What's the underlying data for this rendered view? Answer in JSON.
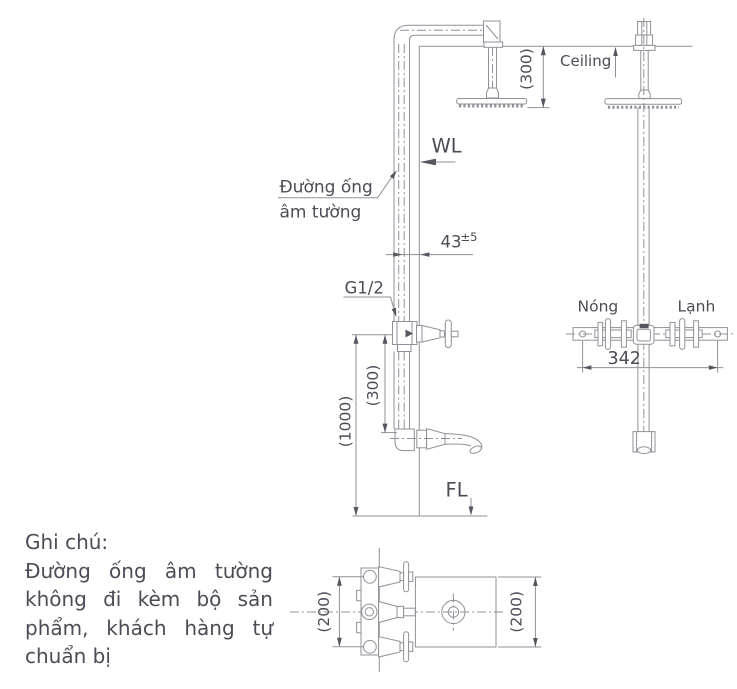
{
  "note": {
    "title": "Ghi chú:",
    "line1": "Đường ống âm tường",
    "line2": "không đi kèm bộ sản",
    "line3": "phẩm, khách hàng tự",
    "line4": "chuẩn bị"
  },
  "labels": {
    "ceiling": "Ceiling",
    "water_line": "WL",
    "floor_line": "FL",
    "thread": "G1/2",
    "concealed_pipe_1": "Đường ống",
    "concealed_pipe_2": "âm tường",
    "hot": "Nóng",
    "cold": "Lạnh"
  },
  "dims": {
    "head_drop": "(300)",
    "pipe_offset": "43",
    "pipe_offset_tol": "±5",
    "valve_height": "(1000)",
    "valve_to_spout": "(300)",
    "valve_spacing": "342",
    "plan_left": "(200)",
    "plan_right": "(200)"
  },
  "colors": {
    "drawing_line": "#8e9197",
    "text": "#4b4c55"
  }
}
